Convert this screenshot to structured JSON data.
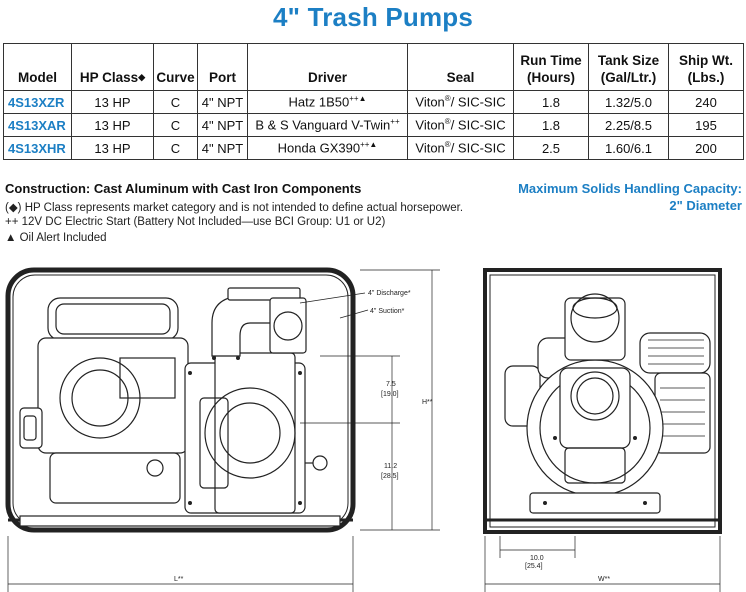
{
  "title": "4\" Trash Pumps",
  "table": {
    "headers": {
      "model": "Model",
      "hp": "HP Class",
      "hp_mark": "◆",
      "curve": "Curve",
      "port": "Port",
      "driver": "Driver",
      "seal": "Seal",
      "run_time_1": "Run Time",
      "run_time_2": "(Hours)",
      "tank_1": "Tank Size",
      "tank_2": "(Gal/Ltr.)",
      "ship_1": "Ship Wt.",
      "ship_2": "(Lbs.)"
    },
    "rows": [
      {
        "model": "4S13XZR",
        "hp": "13 HP",
        "curve": "C",
        "port": "4\" NPT",
        "driver": "Hatz 1B50",
        "driver_sup": "++▲",
        "seal": "Viton",
        "seal_reg": "®",
        "seal_rest": "/ SIC-SIC",
        "run_time": "1.8",
        "tank": "1.32/5.0",
        "ship": "240"
      },
      {
        "model": "4S13XAR",
        "hp": "13 HP",
        "curve": "C",
        "port": "4\" NPT",
        "driver": "B & S Vanguard V-Twin",
        "driver_sup": "++",
        "seal": "Viton",
        "seal_reg": "®",
        "seal_rest": "/ SIC-SIC",
        "run_time": "1.8",
        "tank": "2.25/8.5",
        "ship": "195"
      },
      {
        "model": "4S13XHR",
        "hp": "13 HP",
        "curve": "C",
        "port": "4\" NPT",
        "driver": "Honda GX390",
        "driver_sup": "++▲",
        "seal": "Viton",
        "seal_reg": "®",
        "seal_rest": "/ SIC-SIC",
        "run_time": "2.5",
        "tank": "1.60/6.1",
        "ship": "200"
      }
    ]
  },
  "construction": "Construction: Cast Aluminum with Cast Iron Components",
  "notes": [
    "(◆) HP Class represents market category and is not intended to define actual horsepower.",
    "++ 12V DC Electric Start (Battery Not Included—use BCI Group: U1 or U2)",
    "▲ Oil Alert Included"
  ],
  "max_solids": {
    "line1": "Maximum Solids Handling Capacity:",
    "line2": "2\" Diameter"
  },
  "drawing": {
    "discharge_label": "4\" Discharge*",
    "suction_label": "4\" Suction*",
    "dim_upper": "7.5",
    "dim_upper_mm": "[19.0]",
    "dim_lower": "11.2",
    "dim_lower_mm": "[28.5]",
    "height_label": "H**",
    "length_label": "L**",
    "width_dim": "10.0",
    "width_dim_mm": "[25.4]",
    "width_label": "W**"
  }
}
